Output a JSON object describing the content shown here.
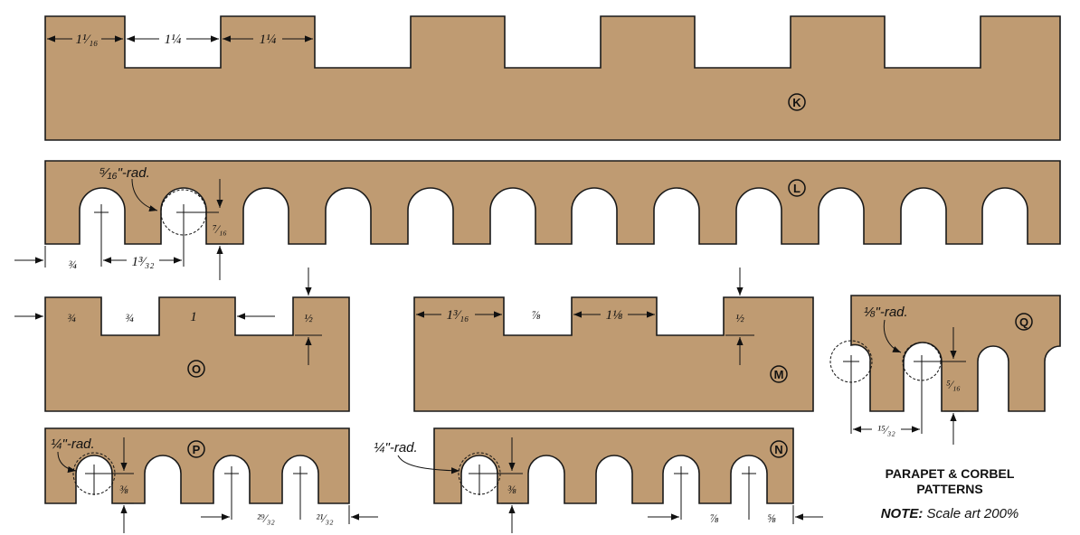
{
  "title_line1": "PARAPET & CORBEL",
  "title_line2": "PATTERNS",
  "note_label": "NOTE:",
  "note_text": "Scale art 200%",
  "colors": {
    "board": "#bf9b72",
    "ink": "#111111"
  },
  "pieces": {
    "K": {
      "letter": "K",
      "dims": [
        "1¹⁄₁₆",
        "1¼",
        "1¼"
      ]
    },
    "L": {
      "letter": "L",
      "radius": "⁵⁄₁₆\"-rad.",
      "dims": [
        "¾",
        "1³⁄₃₂",
        "⁷⁄₁₆"
      ]
    },
    "O": {
      "letter": "O",
      "dims": [
        "¾",
        "¾",
        "1",
        "½"
      ]
    },
    "M": {
      "letter": "M",
      "dims": [
        "1³⁄₁₆",
        "⅞",
        "1⅛",
        "½"
      ]
    },
    "Q": {
      "letter": "Q",
      "radius": "⅛\"-rad.",
      "dims": [
        "⁵⁄₁₆",
        "¹⁵⁄₃₂"
      ]
    },
    "P": {
      "letter": "P",
      "radius": "¼\"-rad.",
      "dims": [
        "⅜",
        "²⁹⁄₃₂",
        "²¹⁄₃₂"
      ]
    },
    "N": {
      "letter": "N",
      "radius": "¼\"-rad.",
      "dims": [
        "⅜",
        "⅞",
        "⅝"
      ]
    }
  }
}
